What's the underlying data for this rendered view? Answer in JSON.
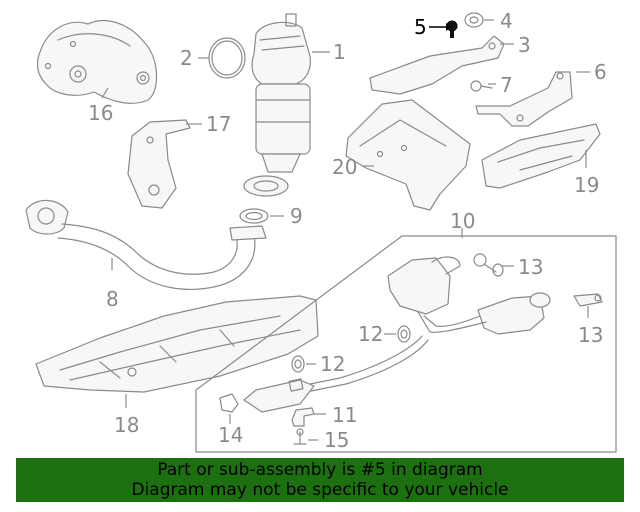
{
  "callouts": {
    "c1": "1",
    "c2": "2",
    "c3": "3",
    "c4": "4",
    "c5": "5",
    "c6": "6",
    "c7": "7",
    "c8": "8",
    "c9": "9",
    "c10": "10",
    "c11": "11",
    "c12a": "12",
    "c12b": "12",
    "c13a": "13",
    "c13b": "13",
    "c14": "14",
    "c15": "15",
    "c16": "16",
    "c17": "17",
    "c18": "18",
    "c19": "19",
    "c20": "20"
  },
  "highlighted_part": "5",
  "colors": {
    "banner_bg": "#1d7010",
    "part_line": "#8a8a8a",
    "highlight": "#000000"
  },
  "banner": {
    "line1": "Part or sub-assembly is #5 in diagram",
    "line2": "Diagram may not be specific to your vehicle"
  }
}
